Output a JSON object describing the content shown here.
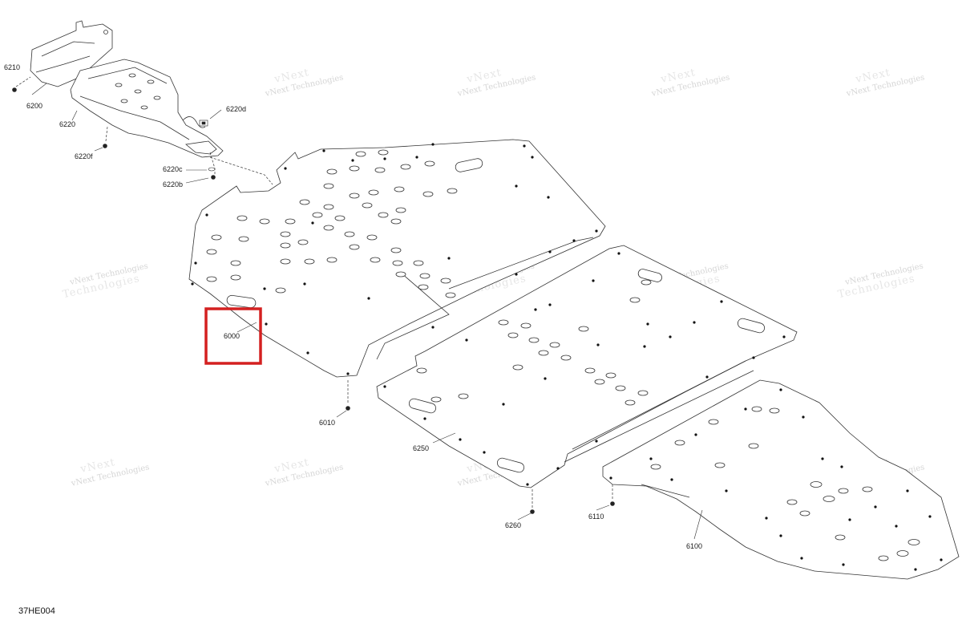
{
  "diagram": {
    "code": "37HE004",
    "watermark_line1": "vNext Technologies",
    "watermark_line2": "vNext",
    "watermark_line3": "Technologies",
    "callouts": {
      "p6210": "6210",
      "p6200": "6200",
      "p6220": "6220",
      "p6220d": "6220d",
      "p6220f": "6220f",
      "p6220c": "6220c",
      "p6220b": "6220b",
      "p6000": "6000",
      "p6010": "6010",
      "p6250": "6250",
      "p6260": "6260",
      "p6110": "6110",
      "p6100": "6100"
    },
    "highlight_color": "#d42020",
    "line_color": "#333333"
  }
}
